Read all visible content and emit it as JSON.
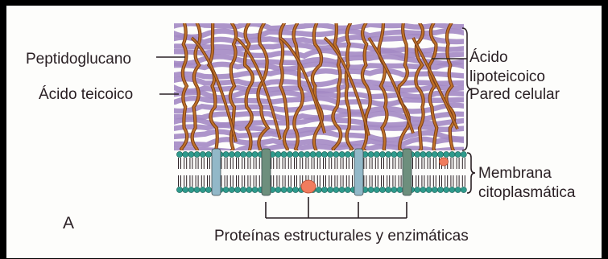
{
  "figure": {
    "panel_letter": "A",
    "labels": {
      "peptidoglycan": "Peptidoglucano",
      "teichoic_acid": "Ácido teicoico",
      "lipoteichoic_line1": "Ácido",
      "lipoteichoic_line2": "lipoteicoico",
      "cell_wall": "Pared celular",
      "membrane_line1": "Membrana",
      "membrane_line2": "citoplasmática",
      "proteins": "Proteínas estructurales y enzimáticas"
    }
  },
  "colors": {
    "frame": "#000000",
    "background": "#fdfdfb",
    "peptidoglycan_fibers": "#a48ac4",
    "teichoic_strands": "#c0712a",
    "membrane_heads": "#2e9a8c",
    "channel_protein_blue": "#92b8c8",
    "channel_protein_green": "#6d8f7d",
    "enzyme_protein": "#f07c5e",
    "label_text": "#2a2024"
  }
}
